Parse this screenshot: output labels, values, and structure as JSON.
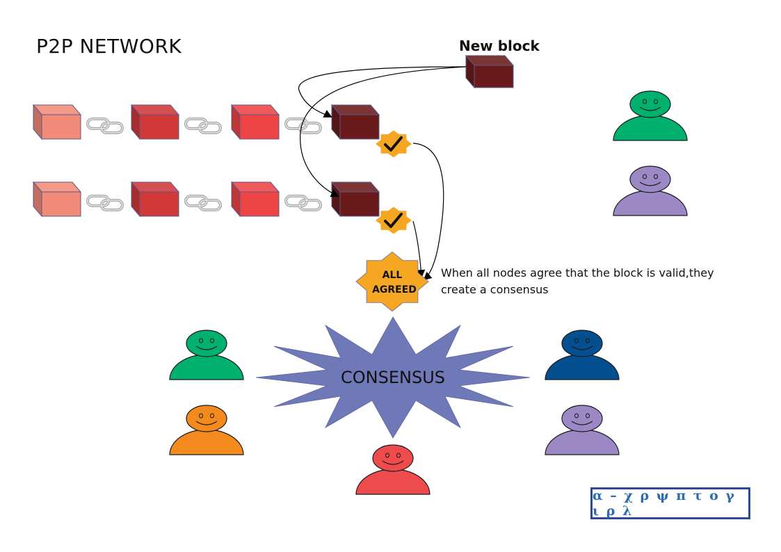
{
  "title": "P2P NETWORK",
  "new_block_label": "New block",
  "caption": "When all nodes agree that the block is valid,they create a consensus",
  "badge_label_line1": "ALL",
  "badge_label_line2": "AGREED",
  "consensus_label": "CONSENSUS",
  "logo_text": "α – χ ρ ψ π τ ο γ ι ρ λ",
  "colors": {
    "block_1": "#f28a78",
    "block_2": "#d13838",
    "block_3": "#ee4444",
    "block_new": "#6a1a1a",
    "block_edge": "#5a5a8a",
    "link": "#c8c8c8",
    "badge": "#f5a623",
    "starburst": "#7079b8",
    "logo_border": "#2f4a9c",
    "logo_text": "#2b6bb0"
  },
  "chains": [
    {
      "blocks": [
        "block_1",
        "block_2",
        "block_3",
        "block_new"
      ]
    },
    {
      "blocks": [
        "block_1",
        "block_2",
        "block_3",
        "block_new"
      ]
    }
  ],
  "people": [
    {
      "id": "top-right-green",
      "color": "#00b06e"
    },
    {
      "id": "top-right-purple",
      "color": "#9b88c4"
    },
    {
      "id": "left-green",
      "color": "#00b06e"
    },
    {
      "id": "left-orange",
      "color": "#f28a1e"
    },
    {
      "id": "bottom-red",
      "color": "#ee4c4c"
    },
    {
      "id": "right-blue",
      "color": "#034f8f"
    },
    {
      "id": "right-purple",
      "color": "#9b88c4"
    }
  ]
}
